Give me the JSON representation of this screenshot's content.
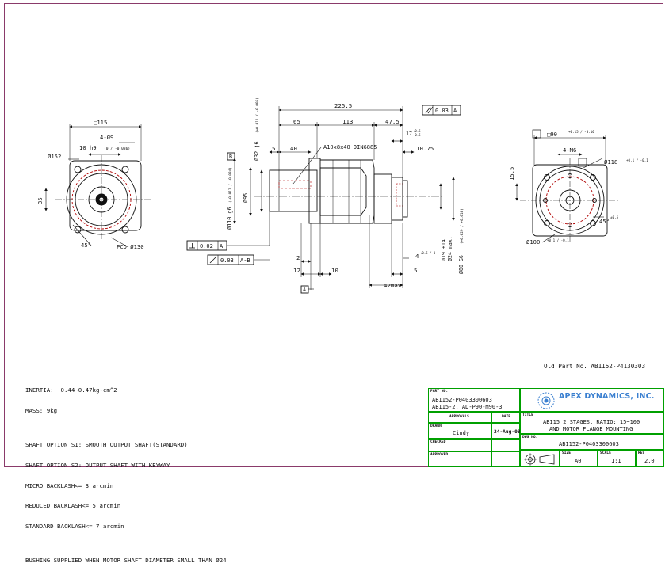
{
  "dims": {
    "overall_length": "225.5",
    "seg_65": "65",
    "seg_113": "113",
    "seg_47_5": "47.5",
    "runout": "0.03",
    "datum_a_ref": "A",
    "datum_b": "B",
    "datum_a": "A",
    "tol_17": "17",
    "tol_17_up": "+0.5",
    "tol_17_lo": "-0.5",
    "dim_5": "5",
    "dim_40": "40",
    "keyway": "A10x8x40 DIN6885",
    "dim_10_75": "10.75",
    "shaft_dia": "Ø32 j6",
    "shaft_tol": "(+0.011 / -0.005)",
    "dia_110": "Ø110 g6",
    "dia_110_tol": "(-0.012 / -0.034)",
    "dia_95": "Ø95",
    "perp": "0.02",
    "perp_datum": "A",
    "runout2": "0.03",
    "runout2_datum": "A-B",
    "dim_2": "2",
    "dim_12": "12",
    "dim_10": "10",
    "dim_4": "4",
    "dim_4_tol": "+0.5 / 0",
    "dia_19": "Ø19 ±14",
    "dia_24": "Ø24 max.",
    "dia_80": "Ø80 G6",
    "dia_80_tol": "(+0.029 / +0.010)",
    "dim_5b": "5",
    "dim_42": "42max."
  },
  "left_view": {
    "square": "□115",
    "holes": "4-Ø9",
    "dia_152": "Ø152",
    "key_10": "10 h9",
    "key_10_tol": "(0 / -0.036)",
    "dim_35": "35",
    "angle_45": "45°",
    "pcd": "PCD Ø130"
  },
  "right_view": {
    "square": "□90",
    "square_tol": "+0.15 / -0.10",
    "holes": "4-M6",
    "dia_118": "Ø118",
    "dia_118_tol": "+0.1 / -0.1",
    "dim_15_5": "15.5",
    "angle_45": "45°",
    "angle_tol": "±0.5",
    "dia_100": "Ø100",
    "dia_100_tol": "+0.1 / -0.1"
  },
  "notes": [
    "INERTIA:  0.44~0.47kg-cm^2",
    "MASS: 9kg",
    "",
    "SHAFT OPTION S1: SMOOTH OUTPUT SHAFT(STANDARD)",
    "SHAFT OPTION S2: OUTPUT SHAFT WITH KEYWAY",
    "MICRO BACKLASH<= 3 arcmin",
    "REDUCED BACKLASH<= 5 arcmin",
    "STANDARD BACKLASH<= 7 arcmin",
    "",
    "BUSHING SUPPLIED WHEN MOTOR SHAFT DIAMETER SMALL THAN Ø24"
  ],
  "old_part": "Old Part No. AB1152-P4130303",
  "title_block": {
    "part_no_label": "PART NO.",
    "part_no_1": "AB1152-P0403300603",
    "part_no_2": "AB115-2, AD-P90-M90-3",
    "company": "APEX DYNAMICS, INC.",
    "approvals_label": "APPROVALS",
    "date_label": "DATE",
    "title_label": "TITLE",
    "title_1": "AB115 2 STAGES, RATIO: 15~100",
    "title_2": "AND MOTOR FLANGE MOUNTING",
    "drawn_label": "DRAWN",
    "drawn_by": "Cindy",
    "date": "24-Aug-08",
    "dwg_no_label": "DWG NO.",
    "dwg_no": "AB1152-P0403300603",
    "checked_label": "CHECKED",
    "approved_label": "APPROVED",
    "size_label": "SIZE",
    "size": "A0",
    "scale_label": "SCALE",
    "scale": "1:1",
    "rev_label": "REV",
    "rev": "2.0"
  },
  "colors": {
    "outline": "#111111",
    "dimension": "#111111",
    "hidden": "#b00000",
    "border": "#8a3a6a",
    "titleblock": "#00a000",
    "logo": "#3a7fd0"
  }
}
